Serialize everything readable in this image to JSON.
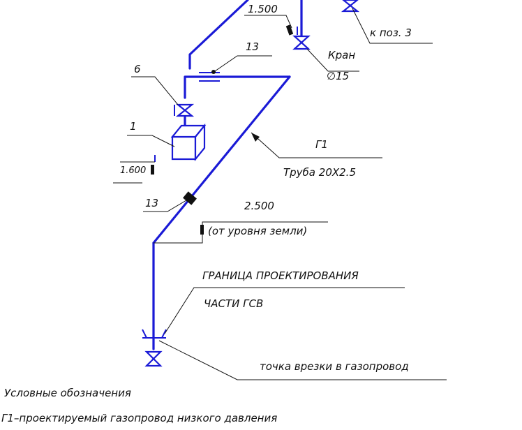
{
  "labels": {
    "elevation_top": "1.500",
    "ref_poz": "к поз. 3",
    "valve_title": "Кран",
    "valve_diameter": "∅15",
    "callout_13_top": "13",
    "callout_6": "6",
    "callout_1": "1",
    "elevation_left": "1.600",
    "pipe_code": "Г1",
    "pipe_spec": "Труба 20Х2.5",
    "callout_13_mid": "13",
    "elevation_mid": "2.500",
    "elevation_mid_note": "(от уровня земли)",
    "boundary_line1": "ГРАНИЦА ПРОЕКТИРОВАНИЯ",
    "boundary_line2": "ЧАСТИ ГСВ",
    "tie_in": "точка врезки в газопровод"
  },
  "legend": {
    "title": "Условные обозначения",
    "item": "Г1–проектируемый газопровод низкого давления"
  },
  "colors": {
    "pipe": "#1a1ad6",
    "text": "#111111",
    "background": "#ffffff"
  }
}
